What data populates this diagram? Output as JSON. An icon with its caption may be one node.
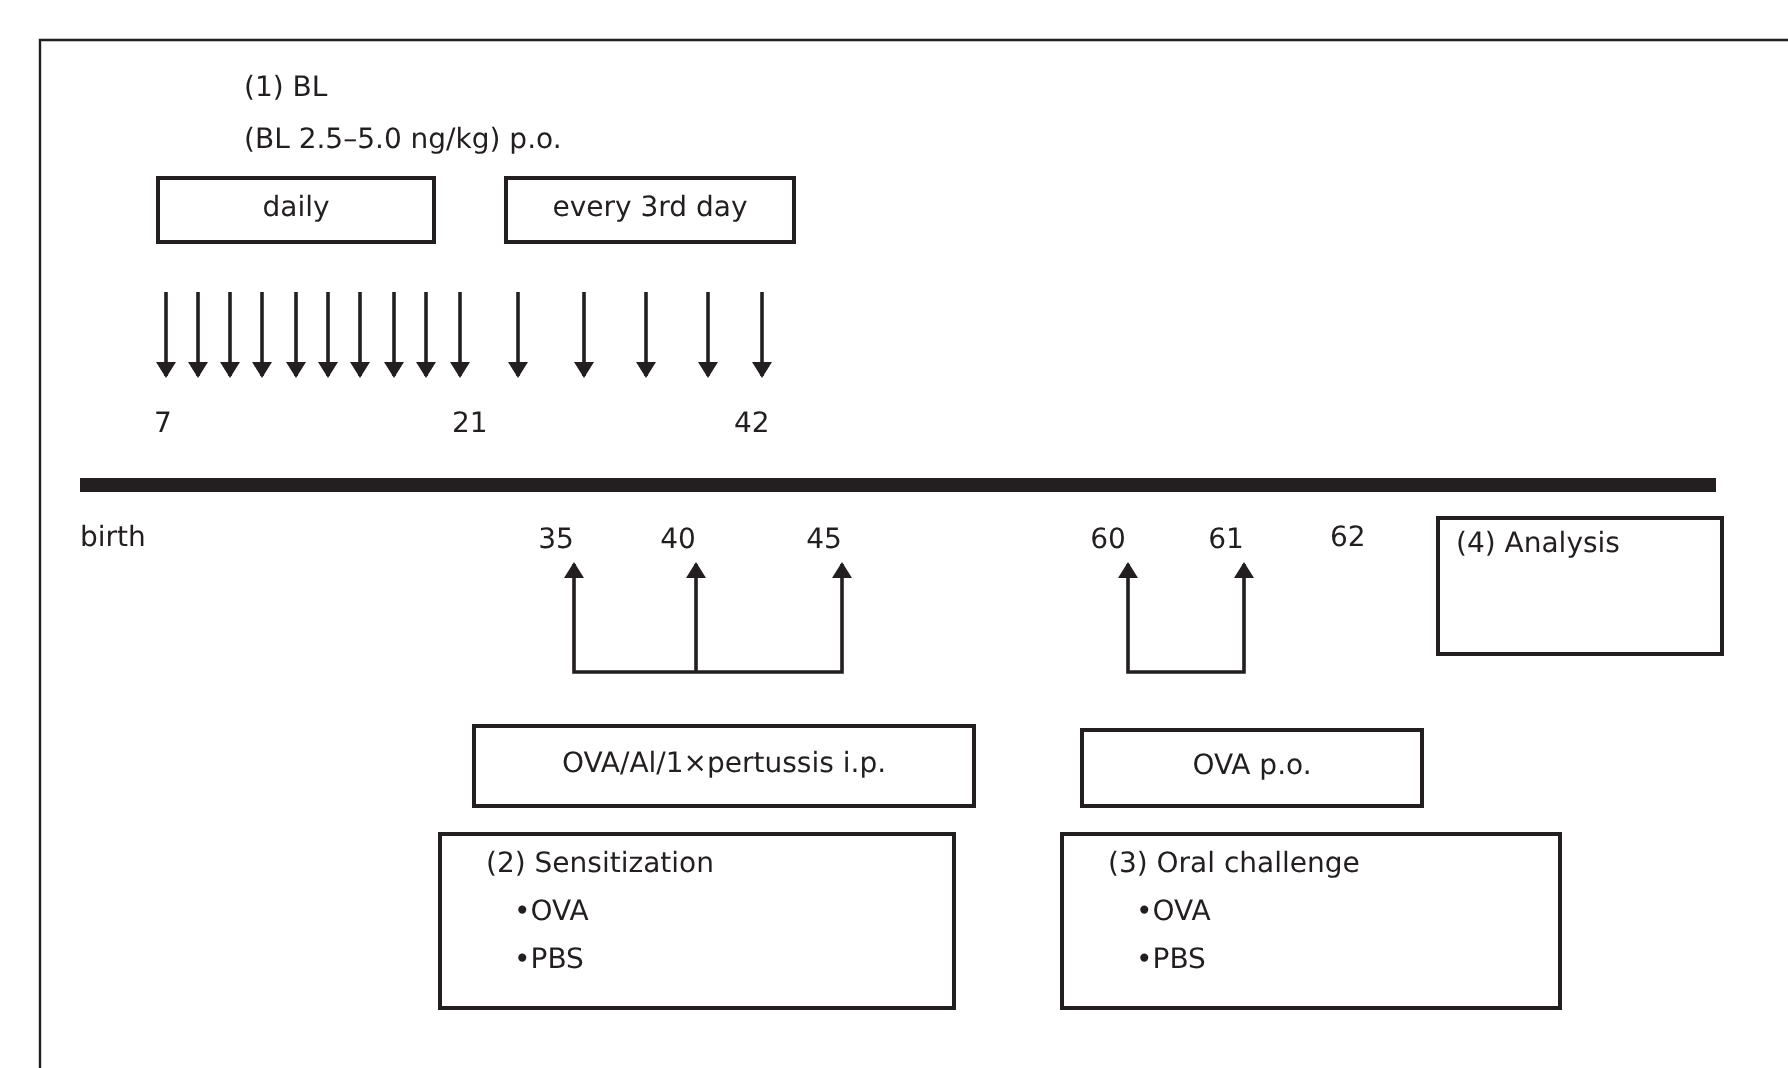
{
  "diagram": {
    "nodes": [
      {
        "text": [
          "daily"
        ]
      },
      {
        "text": [
          "every 3rd day"
        ]
      },
      {
        "text": [
          "35"
        ]
      },
      {
        "text": [
          "40"
        ]
      },
      {
        "text": [
          "45"
        ]
      },
      {
        "text": [
          "60"
        ]
      },
      {
        "text": [
          "61"
        ]
      },
      {
        "text": [
          "(4) Analysis"
        ]
      },
      {
        "text": [
          "OVA/Al/1×pertussis i.p."
        ]
      },
      {
        "text": [
          "OVA p.o."
        ]
      },
      {
        "text": [
          "(2) Sensitization",
          "•OVA",
          "•PBS"
        ]
      },
      {
        "text": [
          "(3) Oral challenge",
          "•OVA",
          "•PBS"
        ]
      }
    ],
    "edges": [
      {
        "from": null,
        "to": 2,
        "arrow": "to"
      },
      {
        "from": null,
        "to": 3,
        "arrow": "to"
      },
      {
        "from": null,
        "to": 4,
        "arrow": "to"
      },
      {
        "from": null,
        "to": 5,
        "arrow": "to"
      },
      {
        "from": null,
        "to": 6,
        "arrow": "to"
      }
    ],
    "labels": [
      "(1) BL",
      "(BL 2.5–5.0 ng/kg) p.o.",
      "7",
      "21",
      "42",
      "birth",
      "62"
    ]
  }
}
